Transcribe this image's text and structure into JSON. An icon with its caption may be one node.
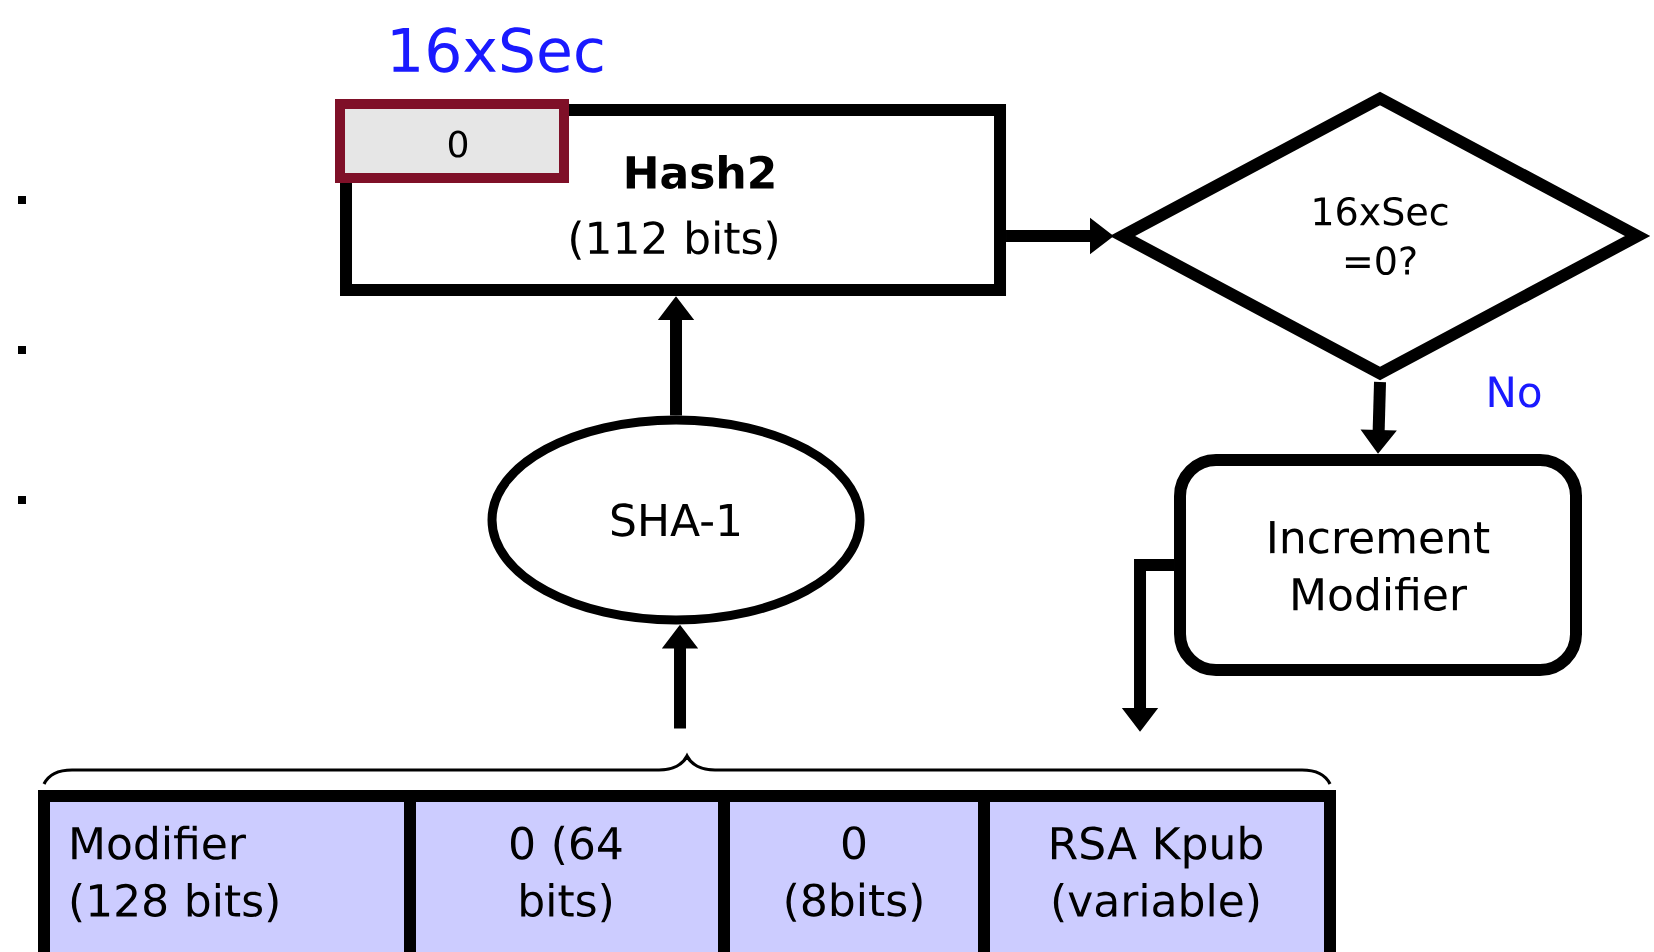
{
  "diagram": {
    "nodes": [
      {
        "text": [
          "16xSec",
          "Hash2",
          "(112 bits)"
        ]
      },
      {
        "text": [
          "0"
        ],
        "in": 0
      },
      {
        "text": [
          "16xSec =0?"
        ]
      },
      {
        "text": [
          "Increment Modifier"
        ]
      },
      {
        "text": [
          "SHA-1"
        ]
      },
      {
        "text": [
          "Modifier (128 bits)"
        ]
      },
      {
        "text": [
          "0 (64 bits)"
        ]
      },
      {
        "text": [
          "0 (8bits)"
        ]
      },
      {
        "text": [
          "RSA Kpub (variable)"
        ]
      }
    ],
    "edges": [
      {
        "from": 4,
        "to": 0,
        "arrow": "to"
      },
      {
        "from": 0,
        "to": 2,
        "arrow": "to"
      },
      {
        "from": 2,
        "to": 3,
        "arrow": "to",
        "label": "No"
      },
      {
        "from": 3,
        "to": null,
        "arrow": "to"
      },
      {
        "from": null,
        "to": 4,
        "arrow": "to"
      }
    ]
  }
}
